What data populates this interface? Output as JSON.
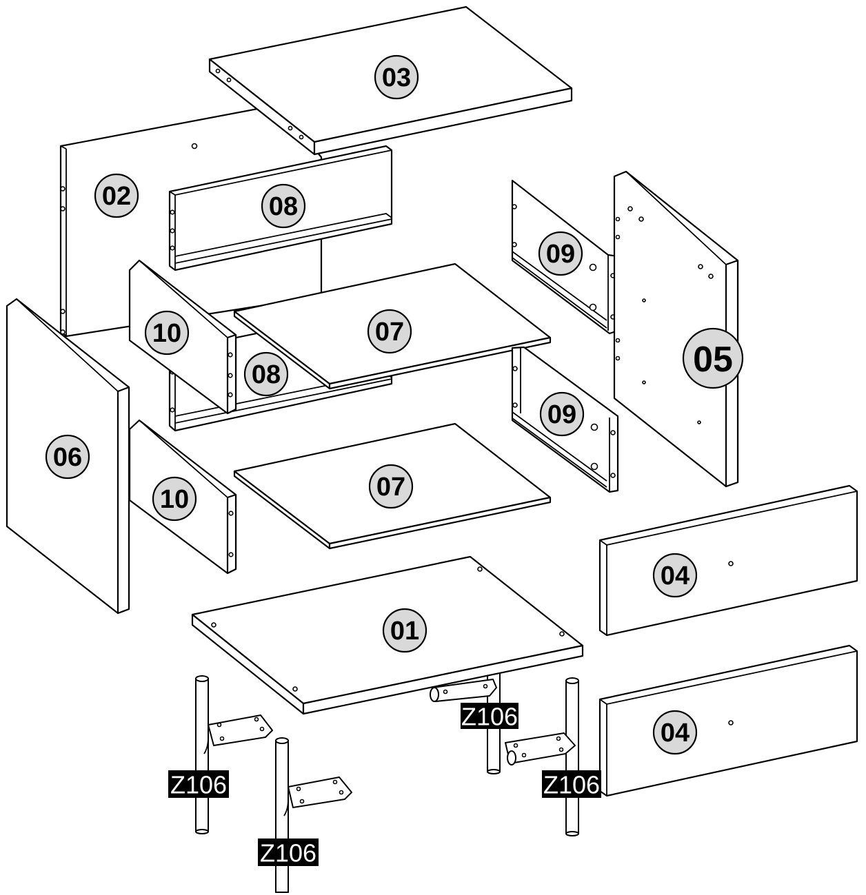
{
  "parts": {
    "p01": "01",
    "p02": "02",
    "p03": "03",
    "p04a": "04",
    "p04b": "04",
    "p05": "05",
    "p06": "06",
    "p07a": "07",
    "p07b": "07",
    "p08a": "08",
    "p08b": "08",
    "p09a": "09",
    "p09b": "09",
    "p10a": "10",
    "p10b": "10"
  },
  "hardware": {
    "leg_a": "Z106",
    "leg_b": "Z106",
    "leg_c": "Z106",
    "leg_d": "Z106"
  },
  "colors": {
    "badge_fill": "#d9d9d9",
    "tag_fill": "#000000",
    "line": "#000000"
  }
}
